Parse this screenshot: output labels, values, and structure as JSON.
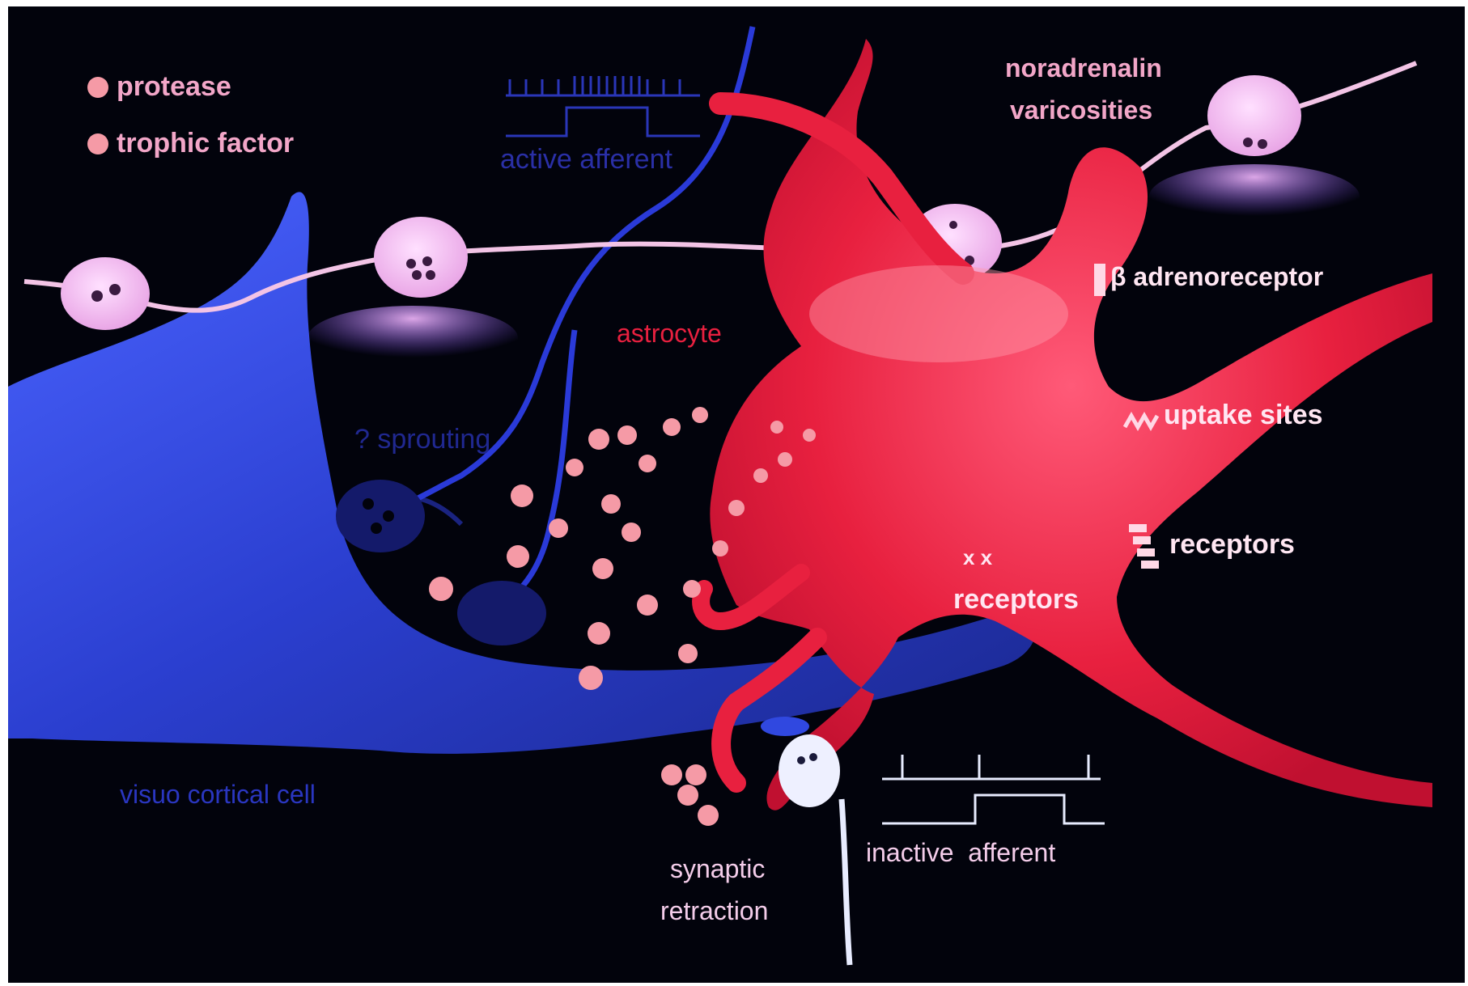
{
  "legend": [
    {
      "label": "protease"
    },
    {
      "label": "trophic factor"
    }
  ],
  "labels": {
    "noradrenalin": "noradrenalin",
    "varicosities": "varicosities",
    "active_afferent": "active afferent",
    "astrocyte": "astrocyte",
    "beta_adrenoreceptor": "β adrenoreceptor",
    "uptake_sites": "uptake sites",
    "receptors_right": "receptors",
    "receptors_center": "receptors",
    "sprouting": "? sprouting",
    "visuo_cortical_cell": "visuo cortical cell",
    "synaptic": "synaptic",
    "retraction": "retraction",
    "inactive_afferent": "inactive  afferent"
  },
  "colors": {
    "background": "#02030c",
    "astrocyte": "#e8203f",
    "cortical_cell": "#2b3fd0",
    "noradrenalin_fiber": "#f3c4e6",
    "particles": "#f59aa6",
    "label_pink": "#f2a6c8",
    "label_blue": "#2a2fa6"
  }
}
